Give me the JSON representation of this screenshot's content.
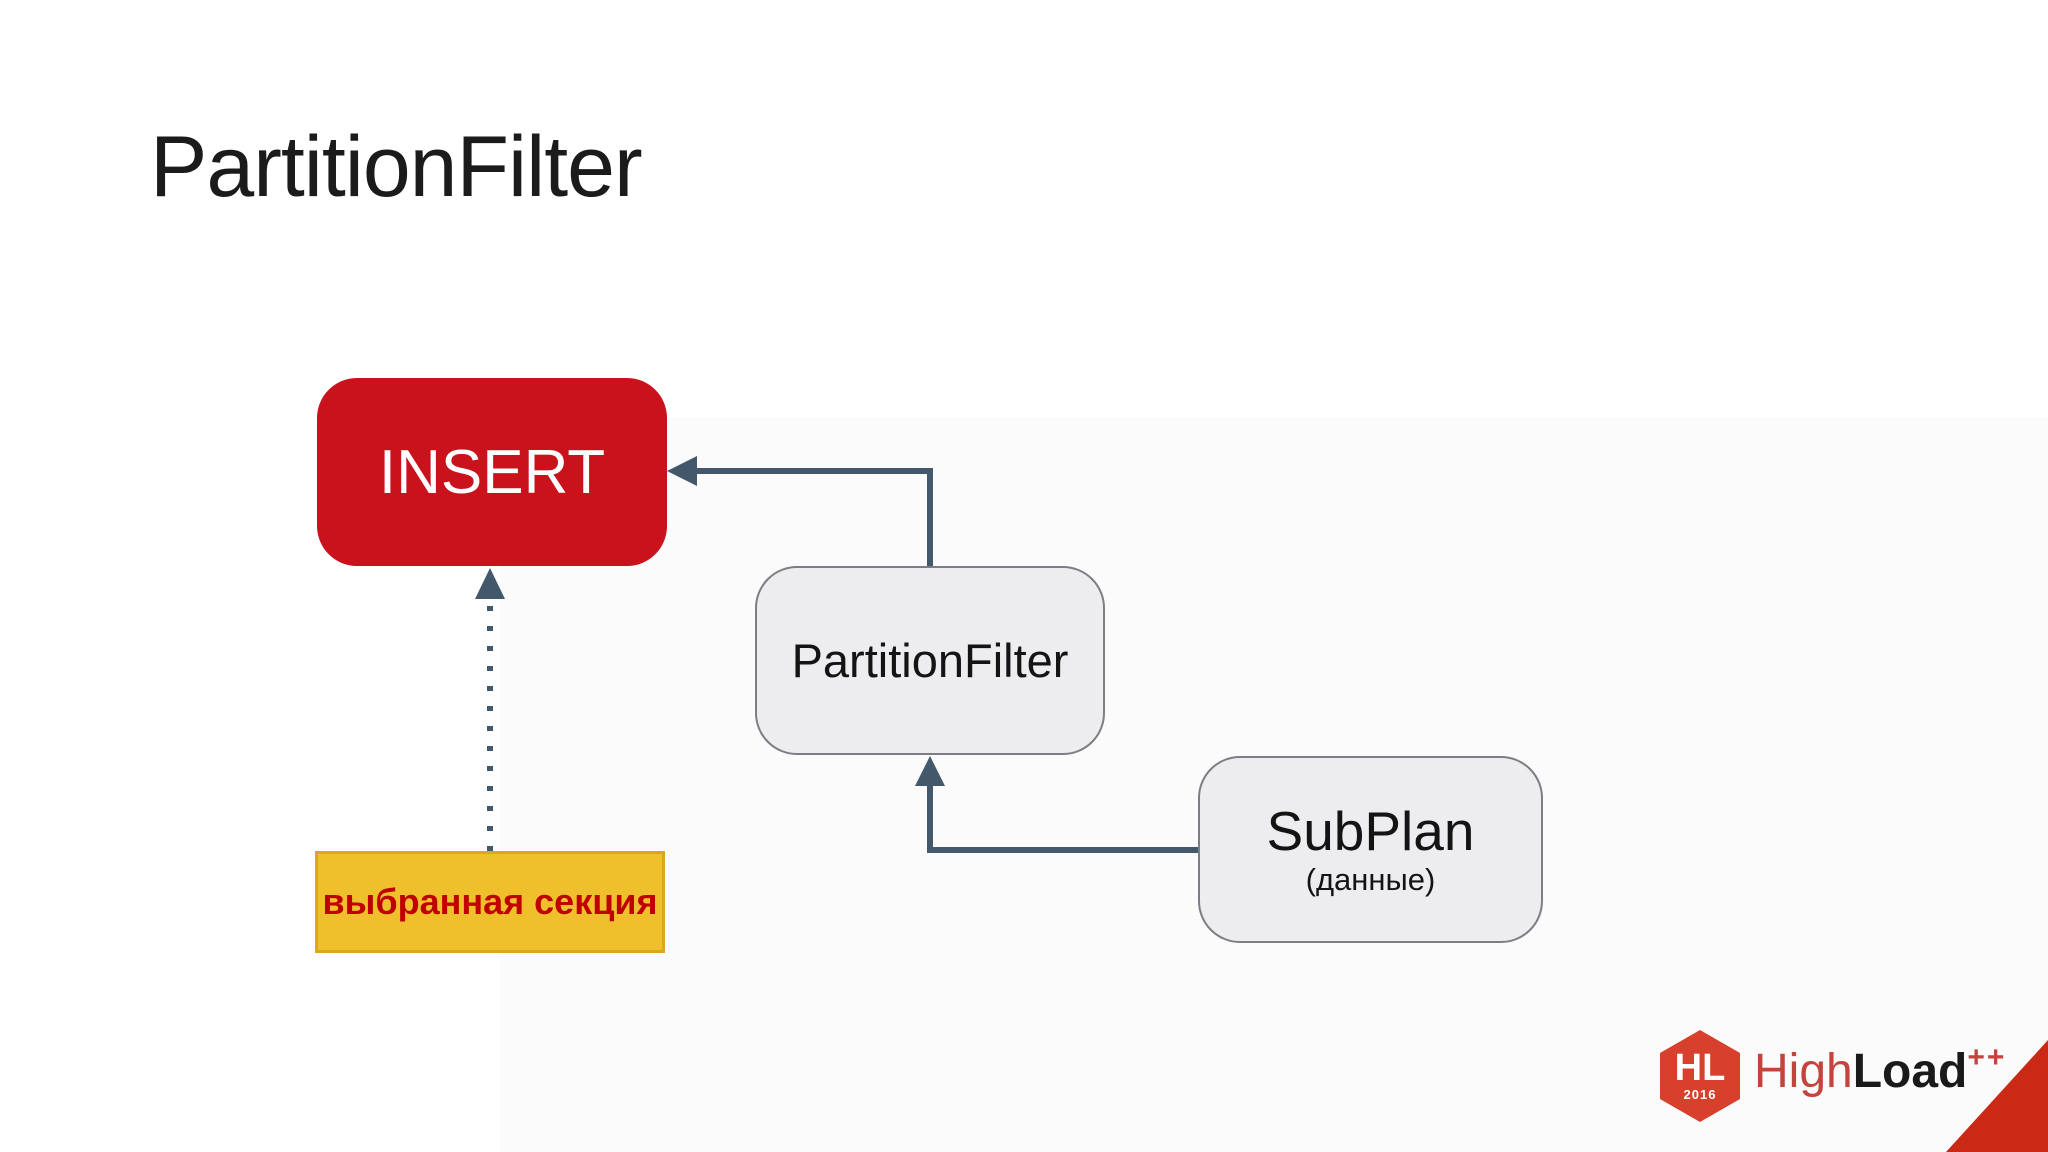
{
  "slide": {
    "title": "PartitionFilter"
  },
  "diagram": {
    "insert_node": {
      "label": "INSERT"
    },
    "partition_filter_node": {
      "label": "PartitionFilter"
    },
    "subplan_node": {
      "label": "SubPlan",
      "sublabel": "(данные)"
    },
    "selected_section_node": {
      "label": "выбранная секция"
    },
    "edges": [
      {
        "from": "PartitionFilter",
        "to": "INSERT",
        "style": "solid-elbow-arrow"
      },
      {
        "from": "SubPlan",
        "to": "PartitionFilter",
        "style": "solid-elbow-arrow"
      },
      {
        "from": "выбранная секция",
        "to": "INSERT",
        "style": "dotted-arrow"
      }
    ]
  },
  "logo": {
    "hex_label": "HL",
    "hex_year": "2016",
    "brand_high": "High",
    "brand_load": "Load",
    "brand_plusplus": "++"
  },
  "colors": {
    "title_text": "#1b1b1b",
    "insert_bg": "#c9121b",
    "insert_text": "#ffffff",
    "node_bg": "#ededf0",
    "node_border": "#7d7d84",
    "node_text": "#141414",
    "selected_bg": "#efc02c",
    "selected_border": "#d9a81f",
    "selected_text": "#c00000",
    "connector": "#44586c",
    "logo_red": "#d6402c",
    "brand_high_red": "#c2443c",
    "brand_load_black": "#1a1a1a",
    "corner_red": "#ca2a15"
  }
}
